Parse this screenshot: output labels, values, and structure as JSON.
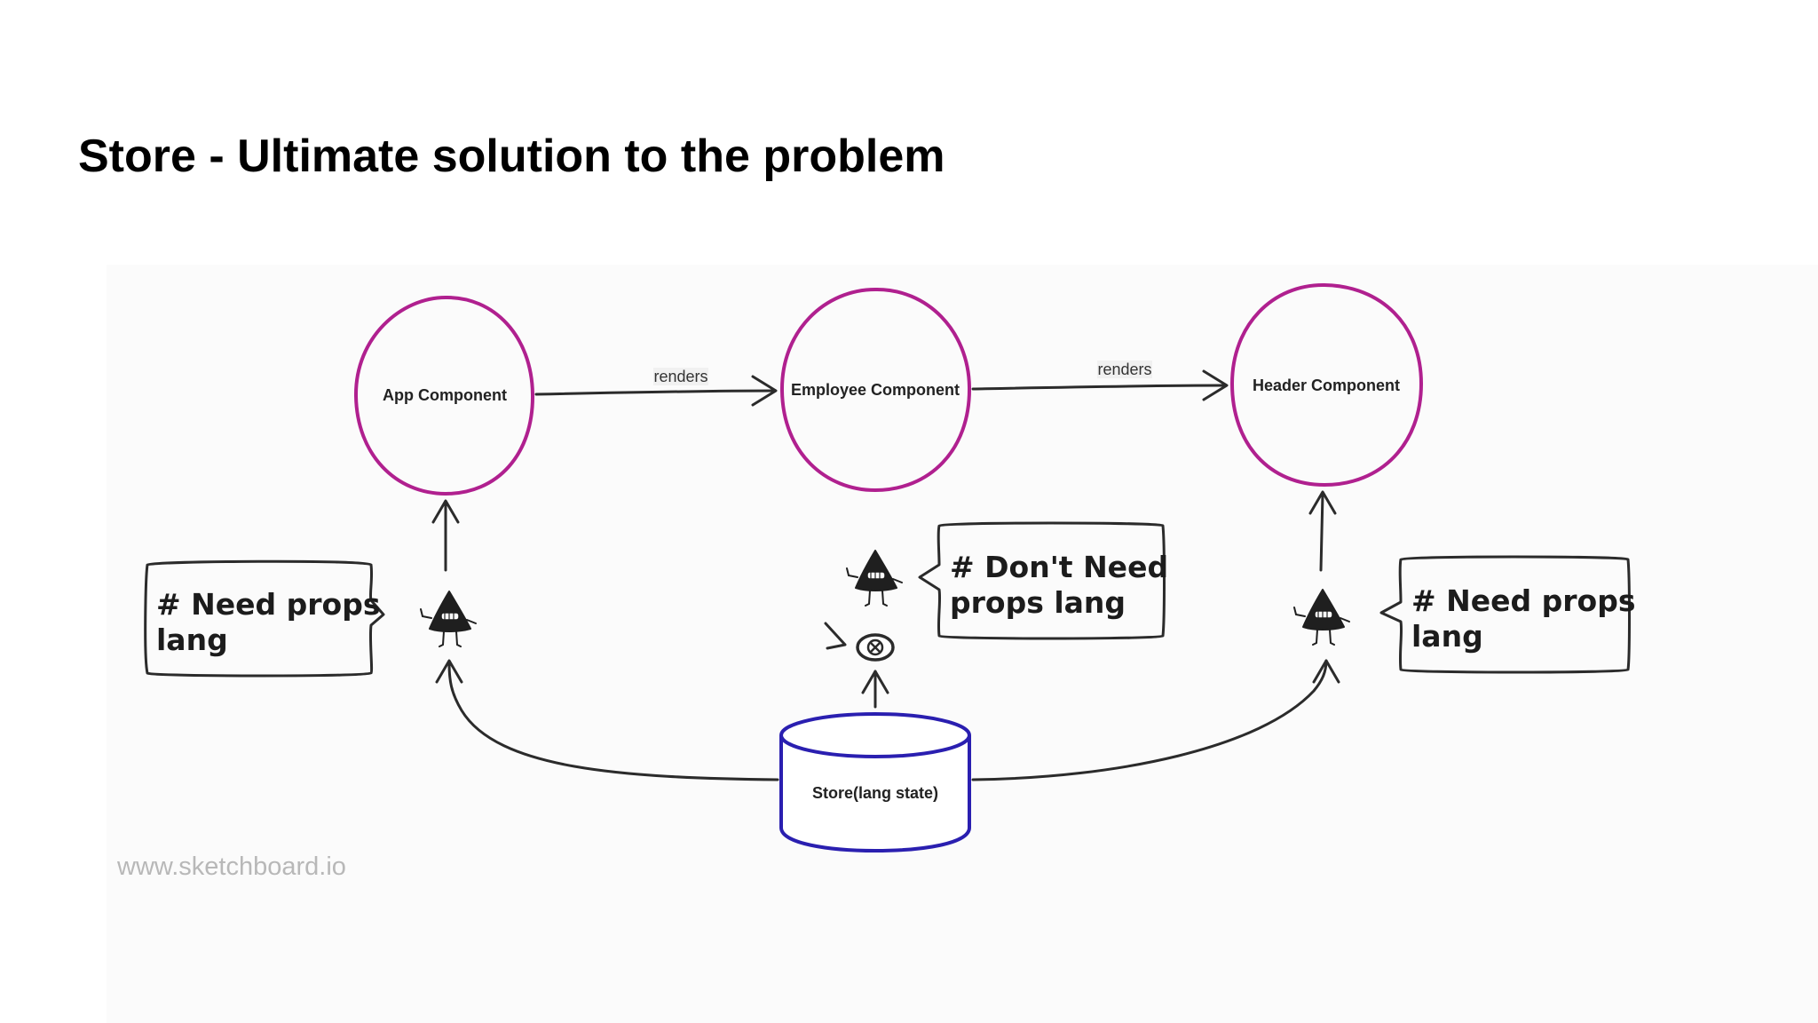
{
  "title": "Store - Ultimate solution to the problem",
  "diagram": {
    "components": {
      "app": "App Component",
      "employee": "Employee Component",
      "header": "Header Component"
    },
    "edges": {
      "app_to_employee": "renders",
      "employee_to_header": "renders"
    },
    "store": "Store(lang state)",
    "callouts": {
      "left": [
        "# Need props",
        "lang"
      ],
      "middle": [
        "# Don't Need",
        "props lang"
      ],
      "right": [
        "# Need props",
        "lang"
      ]
    },
    "colors": {
      "component_stroke": "#b0208f",
      "store_stroke": "#2a1fb0",
      "ink": "#2b2b2b"
    }
  },
  "watermark": "www.sketchboard.io"
}
